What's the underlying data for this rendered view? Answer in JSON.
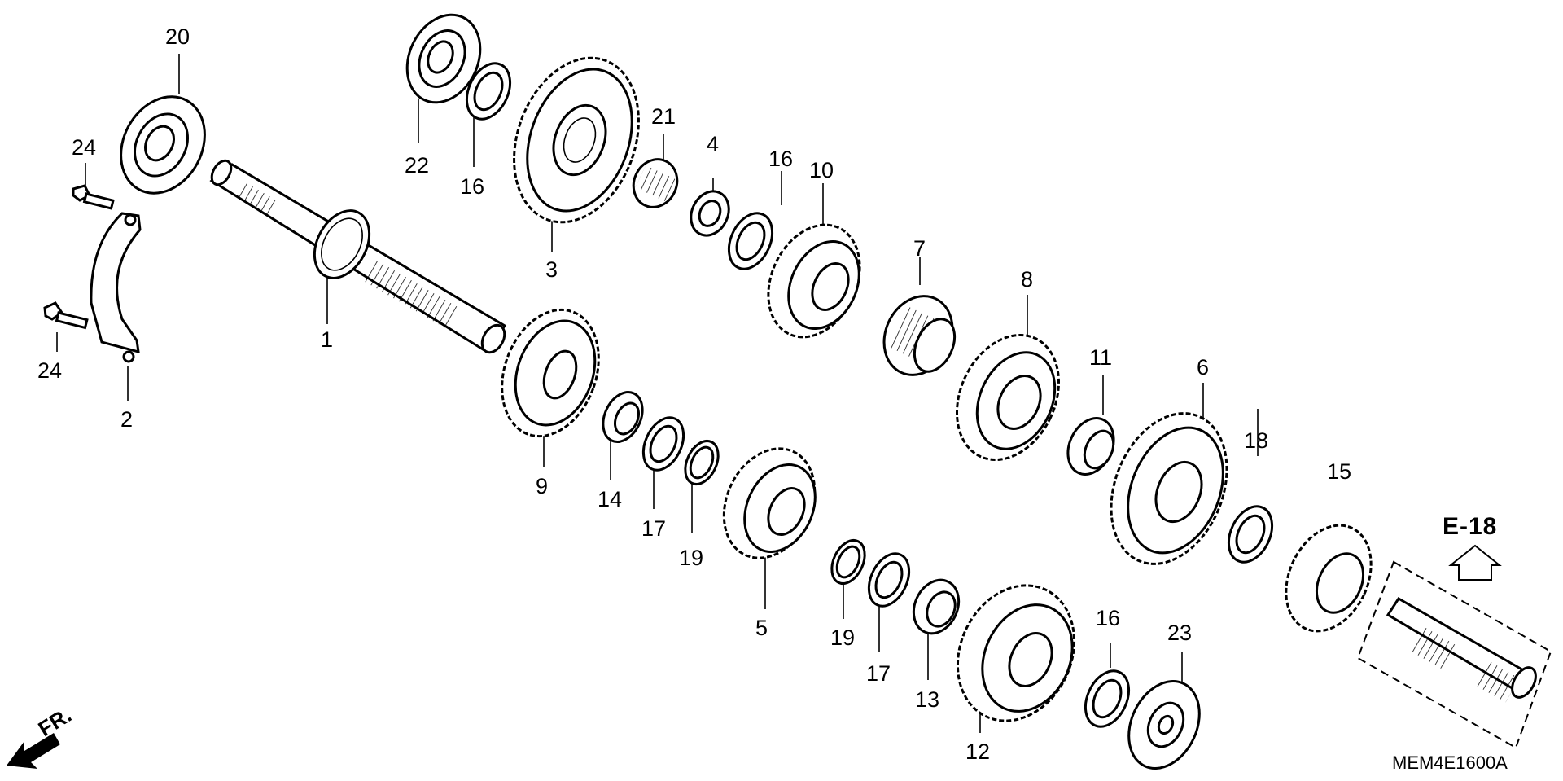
{
  "diagram": {
    "reference_code": "MEM4E1600A",
    "section_ref": "E-18",
    "direction_label": "FR.",
    "callouts": [
      {
        "id": "c20",
        "label": "20"
      },
      {
        "id": "c24a",
        "label": "24"
      },
      {
        "id": "c24b",
        "label": "24"
      },
      {
        "id": "c2",
        "label": "2"
      },
      {
        "id": "c1",
        "label": "1"
      },
      {
        "id": "c22",
        "label": "22"
      },
      {
        "id": "c16a",
        "label": "16"
      },
      {
        "id": "c3",
        "label": "3"
      },
      {
        "id": "c21",
        "label": "21"
      },
      {
        "id": "c4",
        "label": "4"
      },
      {
        "id": "c16b",
        "label": "16"
      },
      {
        "id": "c10",
        "label": "10"
      },
      {
        "id": "c7",
        "label": "7"
      },
      {
        "id": "c8",
        "label": "8"
      },
      {
        "id": "c11",
        "label": "11"
      },
      {
        "id": "c6",
        "label": "6"
      },
      {
        "id": "c18",
        "label": "18"
      },
      {
        "id": "c15",
        "label": "15"
      },
      {
        "id": "c9",
        "label": "9"
      },
      {
        "id": "c14",
        "label": "14"
      },
      {
        "id": "c17a",
        "label": "17"
      },
      {
        "id": "c19a",
        "label": "19"
      },
      {
        "id": "c5",
        "label": "5"
      },
      {
        "id": "c19b",
        "label": "19"
      },
      {
        "id": "c17b",
        "label": "17"
      },
      {
        "id": "c13",
        "label": "13"
      },
      {
        "id": "c12",
        "label": "12"
      },
      {
        "id": "c16c",
        "label": "16"
      },
      {
        "id": "c23",
        "label": "23"
      }
    ]
  }
}
